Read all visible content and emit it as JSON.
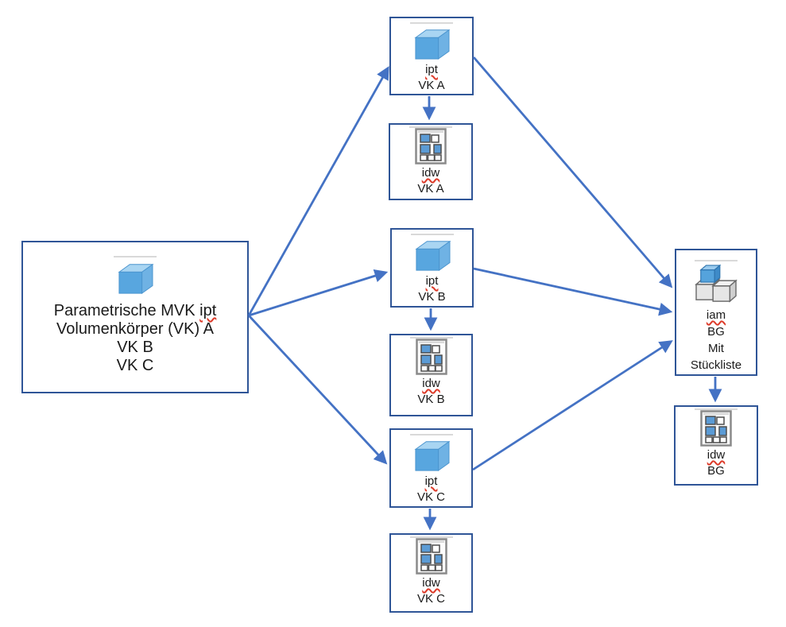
{
  "title": "Inventor file structure diagram",
  "colors": {
    "box_border": "#2F5597",
    "arrow": "#4472C4",
    "text": "#1a1a1a",
    "misspell": "#DD3B2A",
    "shelf": "#D9D9D9",
    "cube_front": "#58A6DF",
    "cube_top": "#A9D5F2",
    "gray_cube": "#E6E6E6",
    "idw_frame": "#8A8A8A"
  },
  "nodes": {
    "source": {
      "line1_prefix": "Parametrische MVK ",
      "line1_word": "ipt",
      "line2": "Volumenkörper (VK) A",
      "line3": "VK B",
      "line4": "VK C",
      "icon": "part-cube-icon"
    },
    "ipt_a": {
      "ext": "ipt",
      "name": "VK A",
      "icon": "part-cube-icon"
    },
    "idw_a": {
      "ext": "idw",
      "name": "VK A",
      "icon": "drawing-sheet-icon"
    },
    "ipt_b": {
      "ext": "ipt",
      "name": "VK B",
      "icon": "part-cube-icon"
    },
    "idw_b": {
      "ext": "idw",
      "name": "VK B",
      "icon": "drawing-sheet-icon"
    },
    "ipt_c": {
      "ext": "ipt",
      "name": "VK C",
      "icon": "part-cube-icon"
    },
    "idw_c": {
      "ext": "idw",
      "name": "VK C",
      "icon": "drawing-sheet-icon"
    },
    "iam": {
      "ext": "iam",
      "line2": "BG",
      "line3": "Mit",
      "line4": "Stückliste",
      "icon": "assembly-cubes-icon"
    },
    "idw_bg": {
      "ext": "idw",
      "name": "BG",
      "icon": "drawing-sheet-icon"
    }
  },
  "edges": [
    {
      "from": "source",
      "to": "ipt_a"
    },
    {
      "from": "source",
      "to": "ipt_b"
    },
    {
      "from": "source",
      "to": "ipt_c"
    },
    {
      "from": "ipt_a",
      "to": "idw_a"
    },
    {
      "from": "ipt_b",
      "to": "idw_b"
    },
    {
      "from": "ipt_c",
      "to": "idw_c"
    },
    {
      "from": "ipt_a",
      "to": "iam"
    },
    {
      "from": "ipt_b",
      "to": "iam"
    },
    {
      "from": "ipt_c",
      "to": "iam"
    },
    {
      "from": "iam",
      "to": "idw_bg"
    }
  ]
}
